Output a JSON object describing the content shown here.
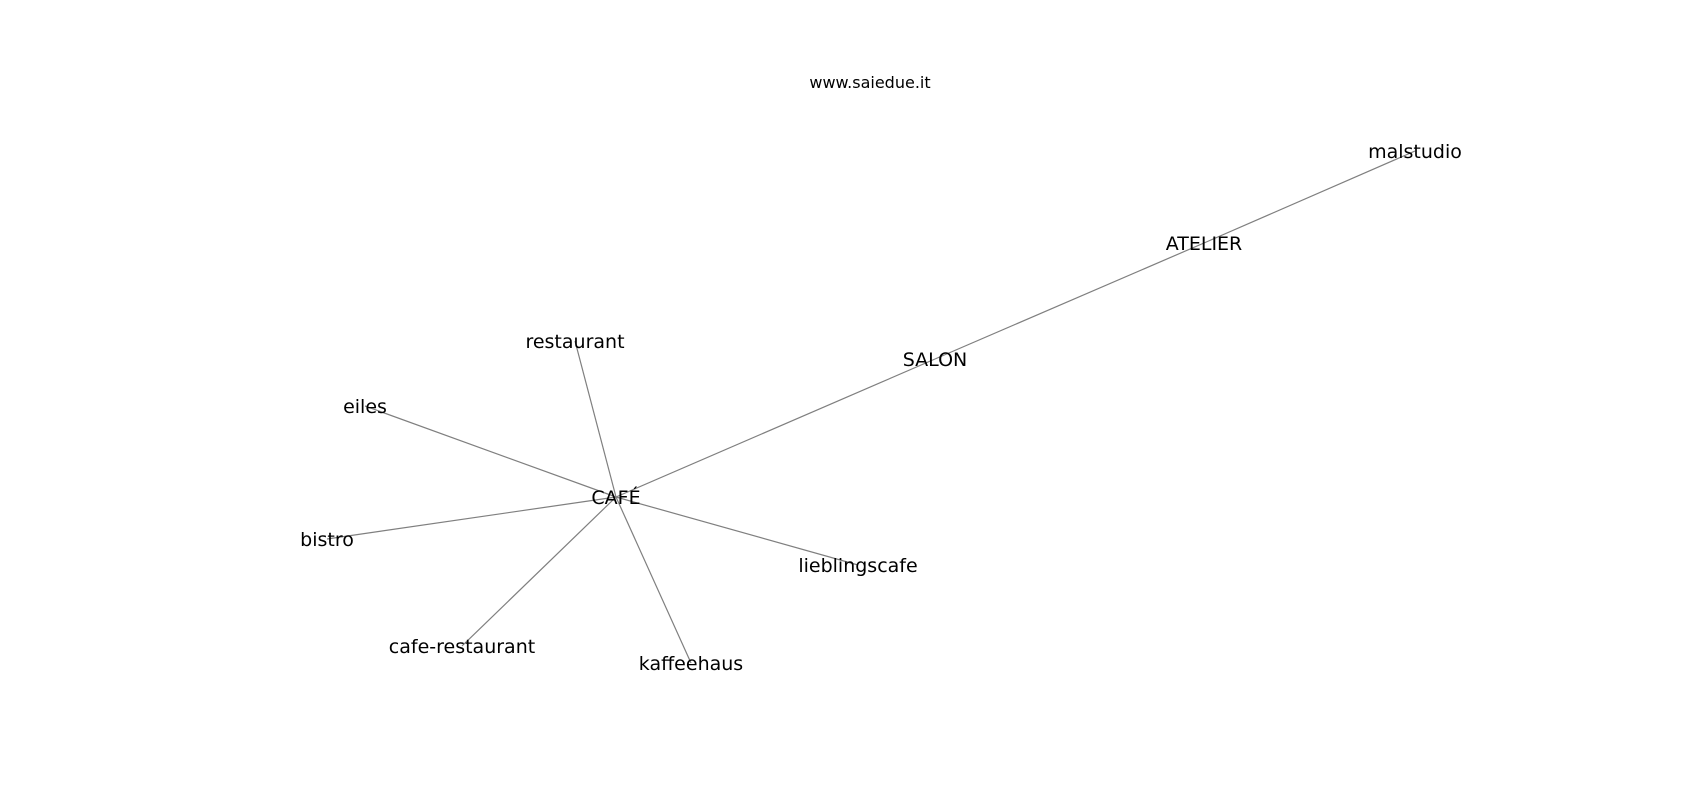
{
  "watermark": "www.saiedue.it",
  "graph": {
    "nodes": [
      {
        "id": "cafe",
        "label": "CAFÉ"
      },
      {
        "id": "salon",
        "label": "SALON"
      },
      {
        "id": "atelier",
        "label": "ATELIER"
      },
      {
        "id": "malstudio",
        "label": "malstudio"
      },
      {
        "id": "restaurant",
        "label": "restaurant"
      },
      {
        "id": "eiles",
        "label": "eiles"
      },
      {
        "id": "bistro",
        "label": "bistro"
      },
      {
        "id": "cafe-restaurant",
        "label": "cafe-restaurant"
      },
      {
        "id": "kaffeehaus",
        "label": "kaffeehaus"
      },
      {
        "id": "lieblingscafe",
        "label": "lieblingscafe"
      }
    ],
    "edges": [
      [
        "cafe",
        "salon"
      ],
      [
        "salon",
        "atelier"
      ],
      [
        "atelier",
        "malstudio"
      ],
      [
        "cafe",
        "restaurant"
      ],
      [
        "cafe",
        "eiles"
      ],
      [
        "cafe",
        "bistro"
      ],
      [
        "cafe",
        "cafe-restaurant"
      ],
      [
        "cafe",
        "kaffeehaus"
      ],
      [
        "cafe",
        "lieblingscafe"
      ]
    ]
  }
}
